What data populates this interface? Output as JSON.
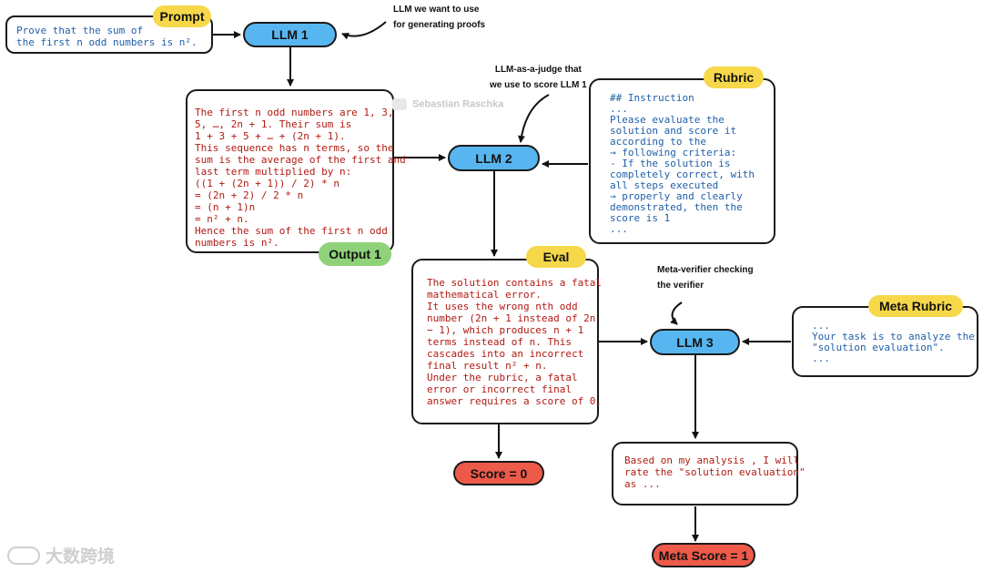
{
  "prompt": {
    "label": "Prompt",
    "text": "Prove that the sum of\nthe first n odd numbers is n²."
  },
  "llm1": {
    "label": "LLM 1",
    "note": "LLM we want to use\nfor generating proofs"
  },
  "output1": {
    "label": "Output 1",
    "text": "The first n odd numbers are 1, 3,\n5, …, 2n + 1. Their sum is\n1 + 3 + 5 + … + (2n + 1).\nThis sequence has n terms, so the\nsum is the average of the first and\nlast term multiplied by n:\n((1 + (2n + 1)) / 2) * n\n= (2n + 2) / 2 * n\n= (n + 1)n\n= n² + n.\nHence the sum of the first n odd\nnumbers is n²."
  },
  "llm2": {
    "label": "LLM 2",
    "note": "LLM-as-a-judge that\nwe use to score LLM 1"
  },
  "rubric": {
    "label": "Rubric",
    "text": "## Instruction\n...\nPlease evaluate the\nsolution and score it\naccording to the\n→ following criteria:\n- If the solution is\ncompletely correct, with\nall steps executed\n→ properly and clearly\ndemonstrated, then the\nscore is 1\n..."
  },
  "eval": {
    "label": "Eval",
    "text": "The solution contains a fatal\nmathematical error.\nIt uses the wrong nth odd\nnumber (2n + 1 instead of 2n\n− 1), which produces n + 1\nterms instead of n. This\ncascades into an incorrect\nfinal result n² + n.\nUnder the rubric, a fatal\nerror or incorrect final\nanswer requires a score of 0."
  },
  "score": {
    "label": "Score = 0"
  },
  "llm3": {
    "label": "LLM 3",
    "note": "Meta-verifier checking\nthe verifier"
  },
  "meta_rubric": {
    "label": "Meta Rubric",
    "text": "...\nYour task is to analyze the\n\"solution evaluation\".\n..."
  },
  "meta_output": {
    "text": "Based on my analysis , I will\nrate the \"solution evaluation\"\nas ..."
  },
  "meta_score": {
    "label": "Meta Score = 1"
  },
  "watermark": {
    "author": "Sebastian Raschka",
    "brand": "大数跨境"
  },
  "colors": {
    "llm": "#57b6ef",
    "label": "#f6d84a",
    "output_label": "#8fd27a",
    "score": "#ee5a4a",
    "red_text": "#b01a12",
    "blue_text": "#1f5fa8"
  }
}
